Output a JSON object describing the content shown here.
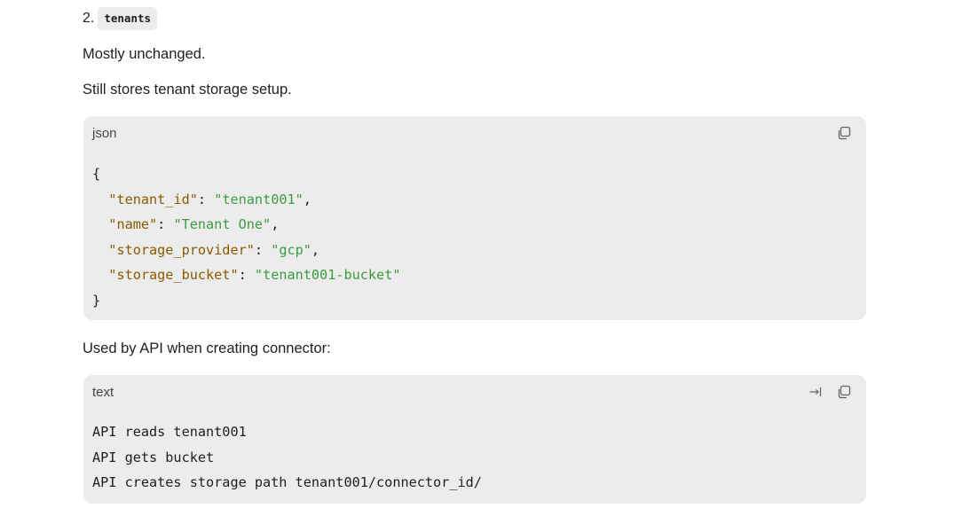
{
  "section": {
    "number": "2.",
    "code_title": "tenants"
  },
  "paragraphs": {
    "p1": "Mostly unchanged.",
    "p2": "Still stores tenant storage setup.",
    "p3": "Used by API when creating connector:"
  },
  "json_block": {
    "language": "json",
    "open_brace": "{",
    "close_brace": "}",
    "lines": [
      {
        "key": "\"tenant_id\"",
        "sep": ": ",
        "value": "\"tenant001\"",
        "end": ","
      },
      {
        "key": "\"name\"",
        "sep": ": ",
        "value": "\"Tenant One\"",
        "end": ","
      },
      {
        "key": "\"storage_provider\"",
        "sep": ": ",
        "value": "\"gcp\"",
        "end": ","
      },
      {
        "key": "\"storage_bucket\"",
        "sep": ": ",
        "value": "\"tenant001-bucket\"",
        "end": ""
      }
    ],
    "icons": [
      "copy-icon"
    ]
  },
  "text_block": {
    "language": "text",
    "lines": [
      "API reads tenant001",
      "API gets bucket",
      "API creates storage path tenant001/connector_id/"
    ],
    "icons": [
      "wrap-icon",
      "copy-icon"
    ]
  }
}
